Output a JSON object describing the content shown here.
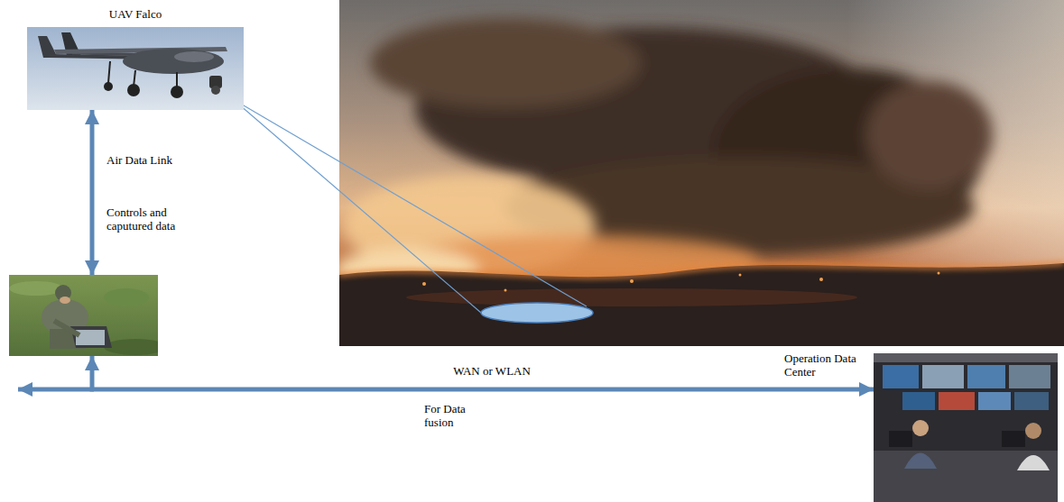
{
  "diagram": {
    "nodes": [
      {
        "text": [
          "UAV Falco"
        ]
      },
      {
        "text": []
      },
      {
        "text": [
          "Operation Data Center"
        ]
      }
    ],
    "edges": [
      {
        "from": 0,
        "to": 1,
        "arrow": "both",
        "label": "Air Data Link"
      },
      {
        "from": 1,
        "to": 2,
        "arrow": "both",
        "label": "WAN or WLAN"
      }
    ],
    "labels": [
      "Controls and caputured data",
      "For Data fusion"
    ]
  }
}
